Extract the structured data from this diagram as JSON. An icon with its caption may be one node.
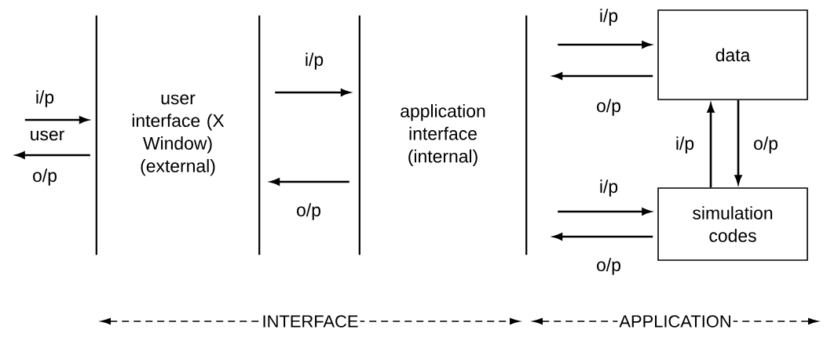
{
  "diagram": {
    "nodes": [
      {
        "text": [
          "user"
        ]
      },
      {
        "text": [
          "user interface (X Window) (external)"
        ]
      },
      {
        "text": [
          "application interface (internal)"
        ]
      },
      {
        "text": [
          "data"
        ]
      },
      {
        "text": [
          "simulation codes"
        ]
      }
    ],
    "edges": [
      {
        "from": 0,
        "to": 1,
        "arrow": "to",
        "label": "i/p"
      },
      {
        "from": 1,
        "to": 0,
        "arrow": "to",
        "label": "o/p"
      },
      {
        "from": 1,
        "to": 2,
        "arrow": "to",
        "label": "i/p"
      },
      {
        "from": 2,
        "to": 1,
        "arrow": "to",
        "label": "o/p"
      },
      {
        "from": 2,
        "to": 3,
        "arrow": "to",
        "label": "i/p"
      },
      {
        "from": 3,
        "to": 2,
        "arrow": "to",
        "label": "o/p"
      },
      {
        "from": 4,
        "to": 3,
        "arrow": "to",
        "label": "i/p"
      },
      {
        "from": 3,
        "to": 4,
        "arrow": "to",
        "label": "o/p"
      },
      {
        "from": 2,
        "to": 4,
        "arrow": "to",
        "label": "i/p"
      },
      {
        "from": 4,
        "to": 2,
        "arrow": "to",
        "label": "o/p"
      }
    ],
    "labels": [
      "INTERFACE",
      "APPLICATION"
    ]
  }
}
